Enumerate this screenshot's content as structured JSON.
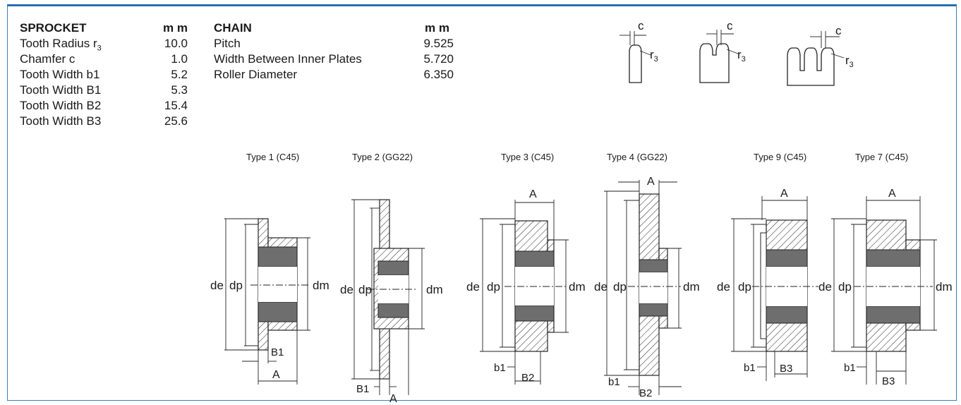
{
  "sprocket": {
    "header": "SPROCKET",
    "unit": "m m",
    "rows": [
      {
        "label": "Tooth Radius r",
        "sub": "3",
        "value": "10.0"
      },
      {
        "label": "Chamfer c",
        "value": "1.0"
      },
      {
        "label": "Tooth Width b1",
        "value": "5.2"
      },
      {
        "label": "Tooth Width B1",
        "value": "5.3"
      },
      {
        "label": "Tooth Width B2",
        "value": "15.4"
      },
      {
        "label": "Tooth Width B3",
        "value": "25.6"
      }
    ]
  },
  "chain": {
    "header": "CHAIN",
    "unit": "m m",
    "rows": [
      {
        "label": "Pitch",
        "value": "9.525"
      },
      {
        "label": "Width Between Inner Plates",
        "value": "5.720"
      },
      {
        "label": "Roller Diameter",
        "value": "6.350"
      }
    ]
  },
  "profiles": {
    "c_label": "c",
    "r_label": "r",
    "r_sub": "3"
  },
  "types": [
    {
      "title": "Type 1 (C45)",
      "de": "de",
      "dp": "dp",
      "dm": "dm",
      "width_label": "B1",
      "hub_label": "A"
    },
    {
      "title": "Type 2 (GG22)",
      "de": "de",
      "dp": "dp",
      "dm": "dm",
      "width_label": "B1",
      "hub_label": "A"
    },
    {
      "title": "Type 3 (C45)",
      "de": "de",
      "dp": "dp",
      "dm": "dm",
      "b_label": "b1",
      "width_label": "B2",
      "hub_label": "A"
    },
    {
      "title": "Type 4 (GG22)",
      "de": "de",
      "dp": "dp",
      "dm": "dm",
      "b_label": "b1",
      "width_label": "B2",
      "hub_label": "A"
    },
    {
      "title": "Type 9 (C45)",
      "de": "de",
      "dp": "dp",
      "b_label": "b1",
      "width_label": "B3",
      "hub_label": "A"
    },
    {
      "title": "Type 7 (C45)",
      "de": "de",
      "dp": "dp",
      "dm": "dm",
      "b_label": "b1",
      "width_label": "B3",
      "hub_label": "A"
    }
  ],
  "colors": {
    "frame": "#2a6db5",
    "text": "#1a1a1a",
    "bore": "#6e6e6e"
  }
}
